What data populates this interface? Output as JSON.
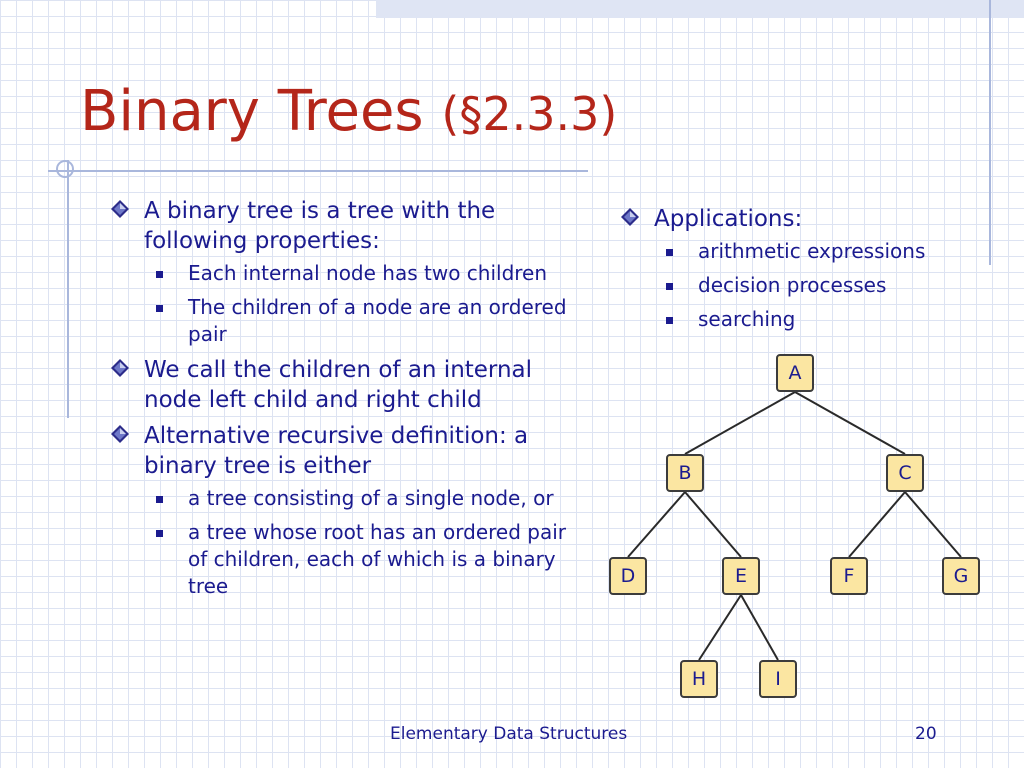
{
  "title": {
    "main": "Binary Trees ",
    "section": "(§2.3.3)"
  },
  "left_bullets": [
    {
      "text": "A binary tree is a tree with the following properties:",
      "subs": [
        "Each internal node has two children",
        "The children of a node are an ordered pair"
      ]
    },
    {
      "text": "We call the children of an internal node left child and right child",
      "subs": []
    },
    {
      "text": "Alternative recursive definition: a binary tree is either",
      "subs": [
        "a tree consisting of a single node, or",
        "a tree whose root has an ordered pair of children, each of which is a binary tree"
      ]
    }
  ],
  "right_bullets": [
    {
      "text": "Applications:",
      "subs": [
        "arithmetic expressions",
        "decision processes",
        "searching"
      ]
    }
  ],
  "tree": {
    "nodes": [
      {
        "id": "A",
        "label": "A",
        "parent": null
      },
      {
        "id": "B",
        "label": "B",
        "parent": "A"
      },
      {
        "id": "C",
        "label": "C",
        "parent": "A"
      },
      {
        "id": "D",
        "label": "D",
        "parent": "B"
      },
      {
        "id": "E",
        "label": "E",
        "parent": "B"
      },
      {
        "id": "F",
        "label": "F",
        "parent": "C"
      },
      {
        "id": "G",
        "label": "G",
        "parent": "C"
      },
      {
        "id": "H",
        "label": "H",
        "parent": "E"
      },
      {
        "id": "I",
        "label": "I",
        "parent": "E"
      }
    ]
  },
  "footer": {
    "text": "Elementary Data Structures",
    "page": "20"
  },
  "colors": {
    "title": "#b4261a",
    "text": "#1b1b8f",
    "node_fill": "#fbe6a2",
    "grid": "#dde3f2"
  }
}
